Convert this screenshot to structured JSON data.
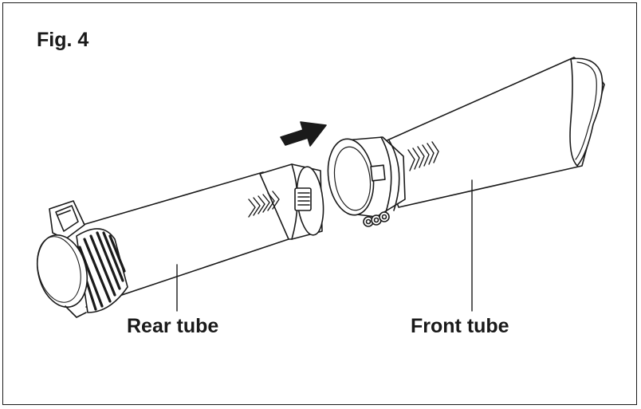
{
  "figure": {
    "label": "Fig. 4"
  },
  "callouts": {
    "rear_tube": "Rear tube",
    "front_tube": "Front tube"
  },
  "colors": {
    "line": "#1a1a1a",
    "fill": "#ffffff"
  }
}
